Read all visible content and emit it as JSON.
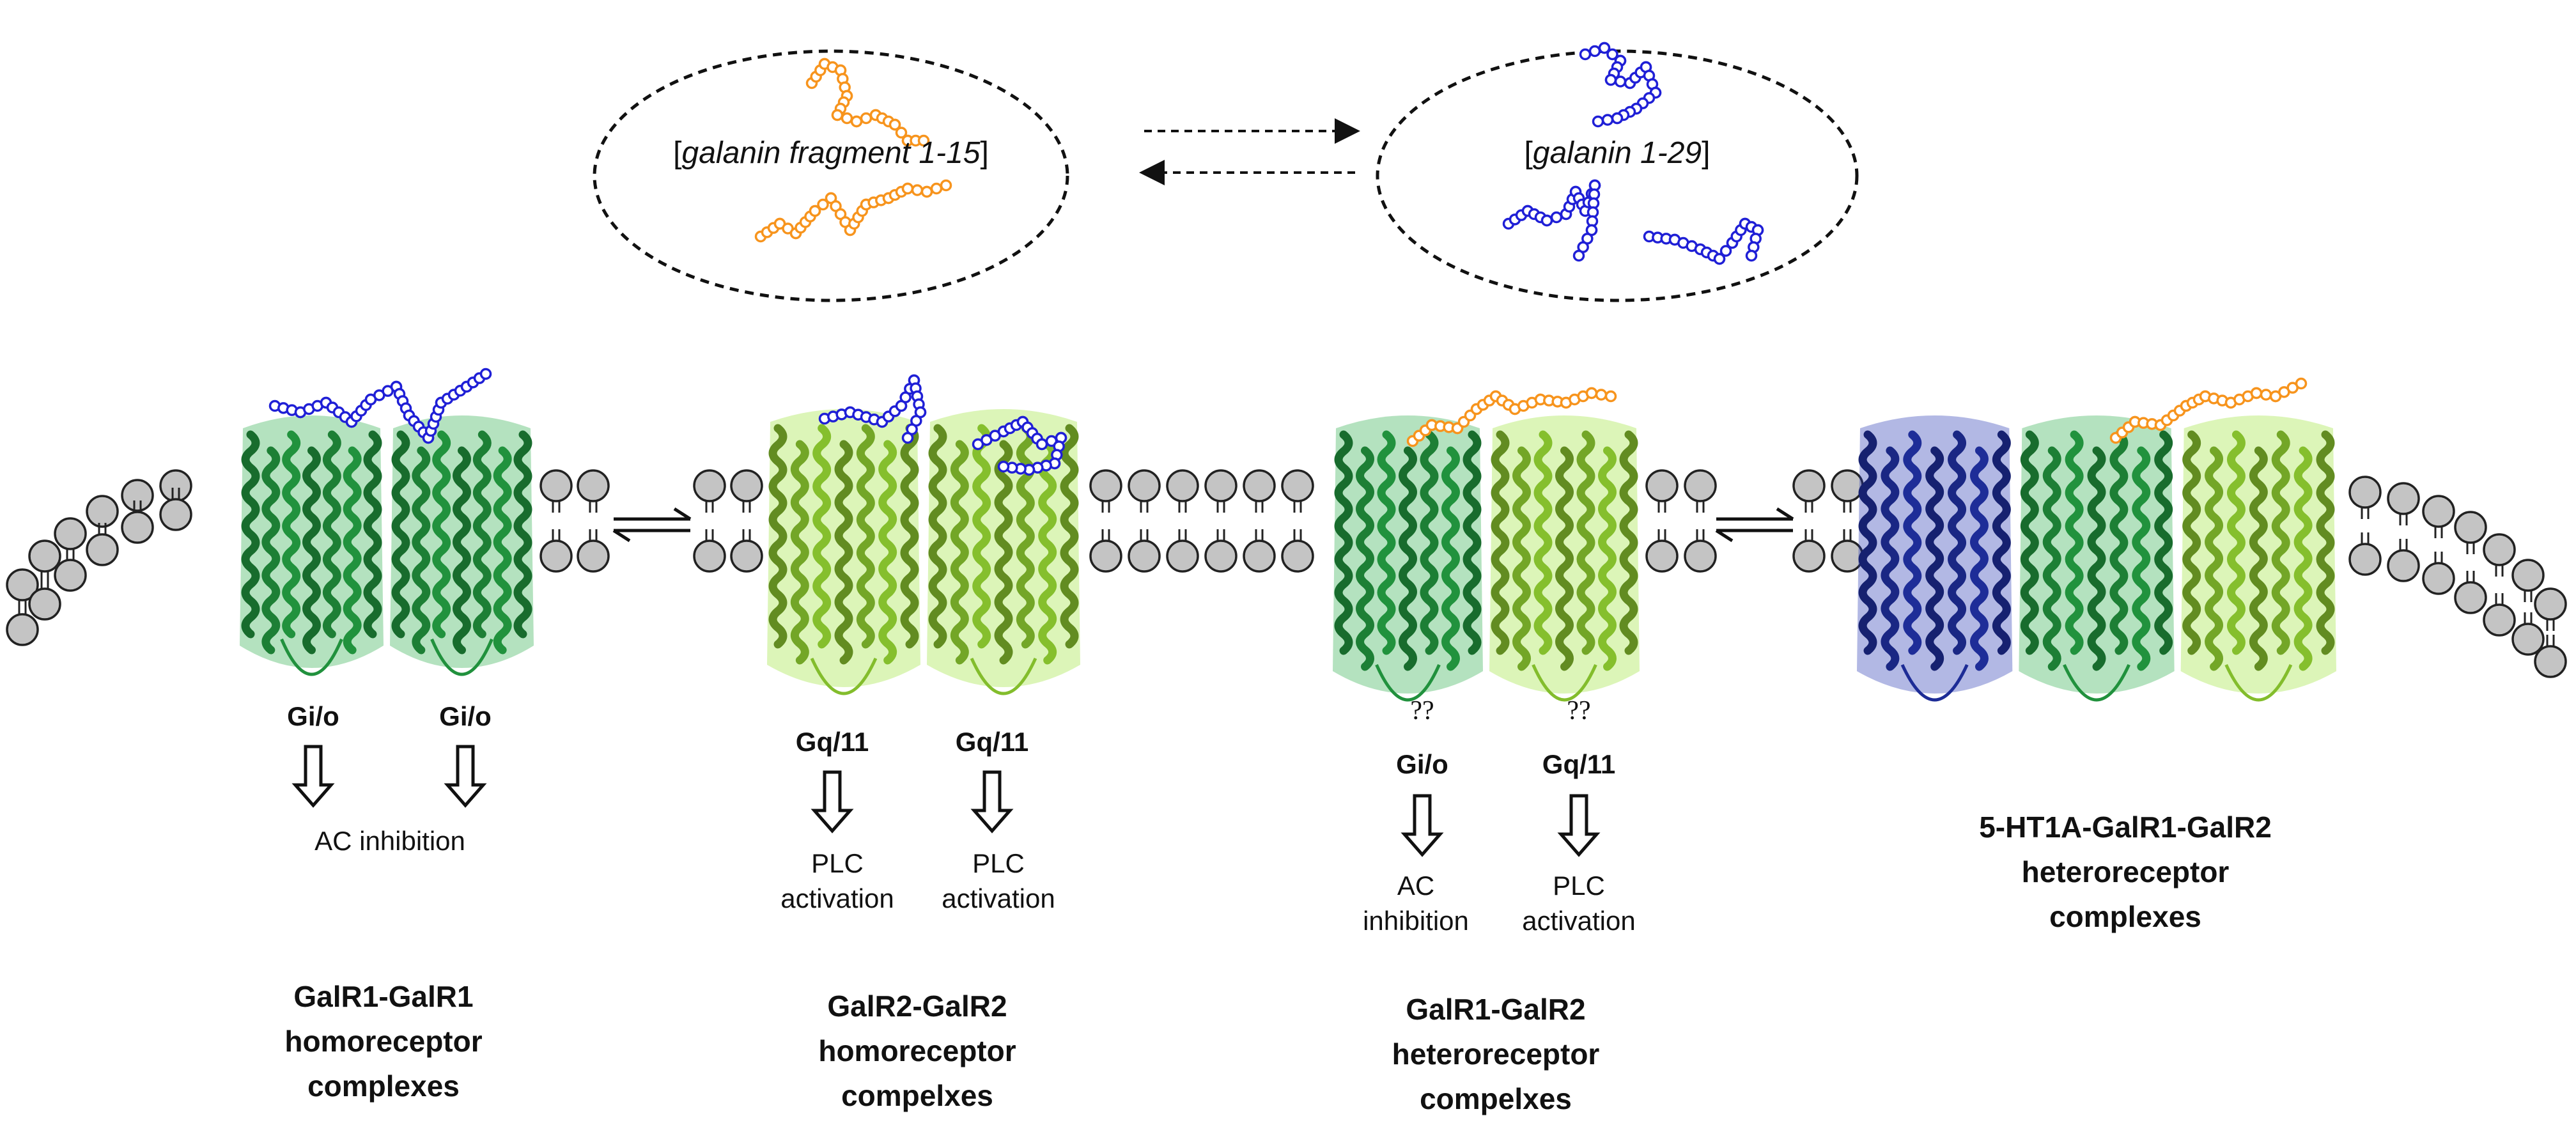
{
  "ligands": {
    "fragment": {
      "prefix": "[",
      "name": "galanin fragment 1-15",
      "suffix": "]"
    },
    "full": {
      "prefix": "[",
      "name": "galanin 1-29",
      "suffix": "]"
    }
  },
  "complexes": [
    {
      "id": "galr1-galr1",
      "proteins": [
        "GalR1",
        "GalR1"
      ],
      "signals": [
        {
          "question": "",
          "protein": "Gi/o",
          "effect": [
            "AC inhibition"
          ]
        },
        {
          "question": "",
          "protein": "Gi/o",
          "effect": []
        }
      ],
      "name": [
        "GalR1-GalR1",
        "homoreceptor",
        "complexes"
      ]
    },
    {
      "id": "galr2-galr2",
      "proteins": [
        "GalR2",
        "GalR2"
      ],
      "signals": [
        {
          "question": "",
          "protein": "Gq/11",
          "effect": [
            "PLC",
            "activation"
          ]
        },
        {
          "question": "",
          "protein": "Gq/11",
          "effect": [
            "PLC",
            "activation"
          ]
        }
      ],
      "name": [
        "GalR2-GalR2",
        "homoreceptor",
        "compelxes"
      ]
    },
    {
      "id": "galr1-galr2",
      "proteins": [
        "GalR1",
        "GalR2"
      ],
      "signals": [
        {
          "question": "??",
          "protein": "Gi/o",
          "effect": [
            "AC",
            "inhibition"
          ]
        },
        {
          "question": "??",
          "protein": "Gq/11",
          "effect": [
            "PLC",
            "activation"
          ]
        }
      ],
      "name": [
        "GalR1-GalR2",
        "heteroreceptor",
        "compelxes"
      ]
    },
    {
      "id": "5ht1a-galr1-galr2",
      "proteins": [
        "5-HT1A",
        "GalR1",
        "GalR2"
      ],
      "signals": [],
      "name": [
        "5-HT1A-GalR1-GalR2",
        "heteroreceptor",
        "complexes"
      ]
    }
  ],
  "colors": {
    "galr1": "#1f8a3a",
    "galr2": "#7db42a",
    "ht1a": "#1c2a8f",
    "fragment": "#f7941d",
    "full": "#1f1fd6",
    "lipid_head": "#c4c4c4",
    "outline": "#222222"
  }
}
